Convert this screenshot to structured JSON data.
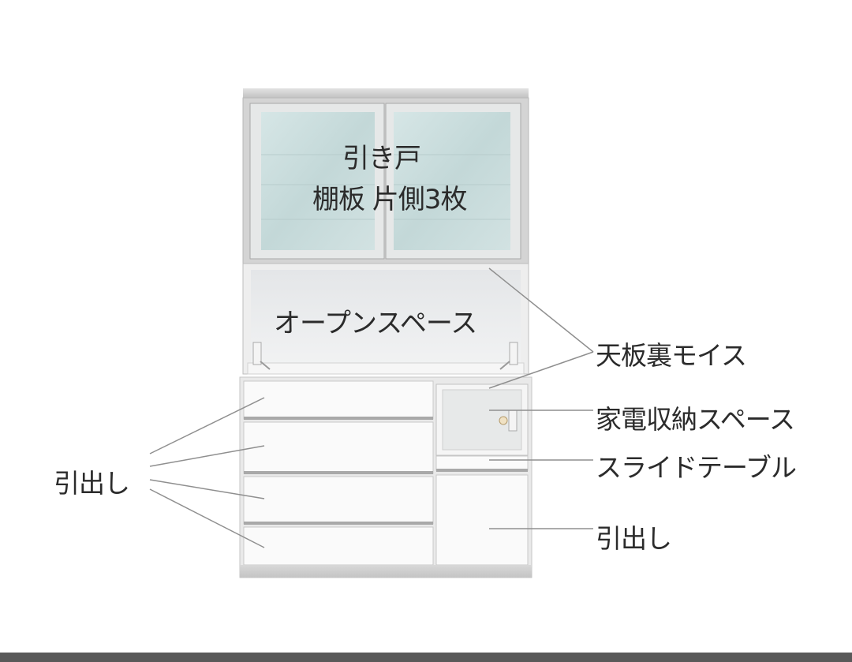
{
  "labels": {
    "sliding_door": "引き戸",
    "shelf_info": "棚板 片側3枚",
    "open_space": "オープンスペース",
    "top_moisture": "天板裏モイス",
    "appliance_space": "家電収納スペース",
    "slide_table": "スライドテーブル",
    "drawer_right": "引出し",
    "drawer_left": "引出し"
  },
  "colors": {
    "frame": "#c9c9c9",
    "glass": "#c9dcdc",
    "cabinet_white": "#fafafa",
    "leader_line": "#8f8f8f",
    "text": "#2b2b2b",
    "bottom_bar": "#595959"
  }
}
